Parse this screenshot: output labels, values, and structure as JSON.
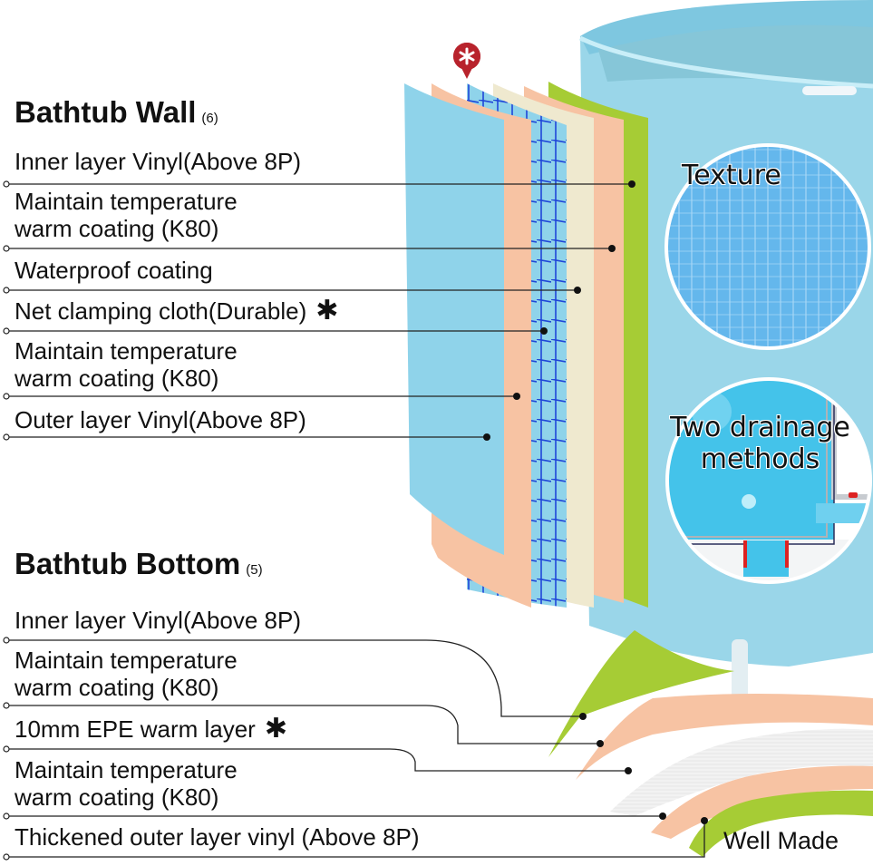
{
  "colors": {
    "vinyl_blue": "#8fd3ea",
    "peach": "#f7c3a3",
    "cream": "#efe9cf",
    "green": "#a6cc35",
    "grid_blue": "#1f46d8",
    "epe_grey": "#e4e4e4",
    "badge_red": "#b8232c",
    "tub_blue": "#9dd8ea"
  },
  "wall": {
    "title": "Bathtub Wall",
    "count": "(6)",
    "layers": [
      {
        "label": "Inner layer Vinyl(Above 8P)",
        "star": false
      },
      {
        "label": "Maintain temperature\nwarm coating (K80)",
        "line1": "Maintain temperature",
        "line2": "warm coating (K80)",
        "star": false
      },
      {
        "label": "Waterproof coating",
        "star": false
      },
      {
        "label": "Net clamping cloth(Durable)",
        "star": true
      },
      {
        "label": "Maintain temperature\nwarm coating (K80)",
        "line1": "Maintain temperature",
        "line2": "warm coating (K80)",
        "star": false
      },
      {
        "label": "Outer layer Vinyl(Above 8P)",
        "star": false
      }
    ]
  },
  "bottom": {
    "title": "Bathtub Bottom",
    "count": "(5)",
    "layers": [
      {
        "label": "Inner layer Vinyl(Above 8P)",
        "star": false
      },
      {
        "line1": "Maintain temperature",
        "line2": "warm coating (K80)",
        "star": false
      },
      {
        "label": "10mm EPE warm layer",
        "star": true
      },
      {
        "line1": "Maintain temperature",
        "line2": "warm coating (K80)",
        "star": false
      },
      {
        "label": "Thickened outer layer vinyl (Above 8P)",
        "star": false
      }
    ]
  },
  "star_glyph": "✱",
  "callouts": {
    "texture": "Texture",
    "drainage_line1": "Two drainage",
    "drainage_line2": "methods"
  },
  "footer": {
    "well_made": "Well Made"
  },
  "badge_icon": "asterisk-map-pin-icon"
}
